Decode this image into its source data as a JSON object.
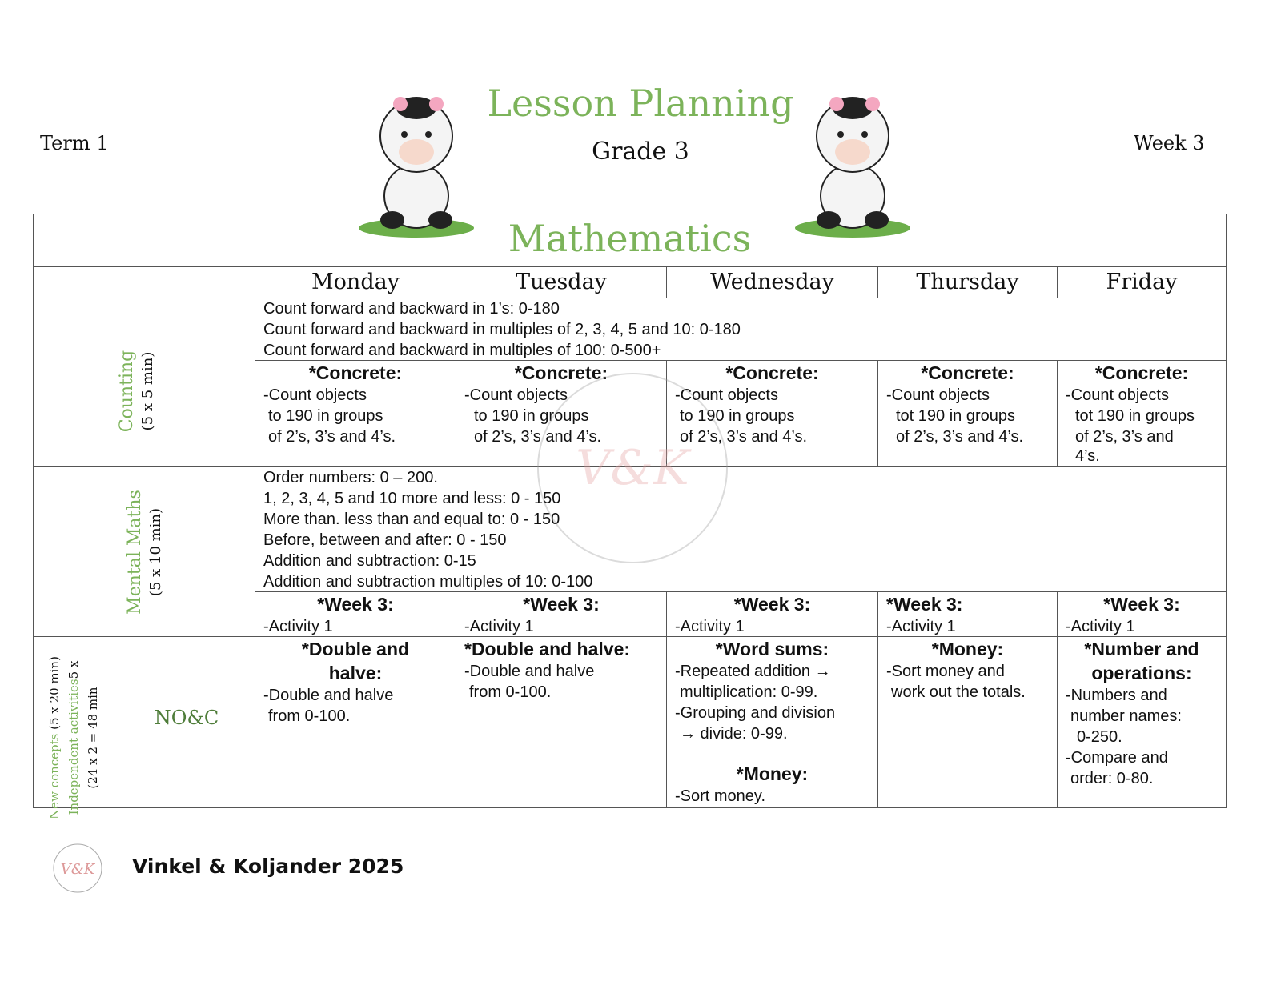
{
  "header": {
    "title": "Lesson Planning",
    "grade": "Grade 3",
    "term": "Term 1",
    "week": "Week 3",
    "subject": "Mathematics"
  },
  "days": [
    "Monday",
    "Tuesday",
    "Wednesday",
    "Thursday",
    "Friday"
  ],
  "counting": {
    "label": "Counting",
    "duration": "(5 x 5 min)",
    "general": [
      "Count forward and backward in 1’s: 0-180",
      "Count forward and backward in multiples of 2, 3, 4, 5 and 10: 0-180",
      "Count forward and backward in multiples of 100: 0-500+"
    ],
    "daily": [
      {
        "heading": "*Concrete:",
        "lines": [
          "-Count objects",
          "to 190 in groups",
          "of 2’s, 3’s and 4’s."
        ]
      },
      {
        "heading": "*Concrete:",
        "lines": [
          "-Count objects",
          "to 190 in groups",
          "of 2’s, 3’s and 4’s."
        ]
      },
      {
        "heading": "*Concrete:",
        "lines": [
          "-Count objects",
          "to 190 in groups",
          "of 2’s, 3’s and 4’s."
        ]
      },
      {
        "heading": "*Concrete:",
        "lines": [
          "-Count objects",
          "tot 190 in groups",
          "of 2’s, 3’s and 4’s."
        ]
      },
      {
        "heading": "*Concrete:",
        "lines": [
          "-Count objects",
          "tot 190 in groups",
          "of 2’s, 3’s and",
          "4’s."
        ]
      }
    ]
  },
  "mental": {
    "label": "Mental Maths",
    "duration": "(5 x 10 min)",
    "general": [
      "Order numbers: 0 – 200.",
      "1, 2, 3, 4, 5 and 10 more and less: 0 - 150",
      "More than. less than and equal to: 0 - 150",
      "Before, between and after: 0 - 150",
      "Addition and subtraction: 0-15",
      "Addition and subtraction multiples of 10: 0-100"
    ],
    "daily": [
      {
        "heading": "*Week 3:",
        "lines": [
          "-Activity 1"
        ]
      },
      {
        "heading": "*Week 3:",
        "lines": [
          "-Activity 1"
        ]
      },
      {
        "heading": "*Week 3:",
        "lines": [
          "-Activity 1"
        ]
      },
      {
        "heading": "*Week 3:",
        "lines": [
          "-Activity 1"
        ]
      },
      {
        "heading": "*Week 3:",
        "lines": [
          "-Activity 1"
        ]
      }
    ]
  },
  "noc": {
    "side_green1": "New concepts",
    "side_black1": " (5 x 20 min)",
    "side_green2": "Independent activities",
    "side_black2": "5 x",
    "side_black3": "(24 x 2 = 48 min",
    "label": "NO&C",
    "daily": [
      {
        "heading": "*Double and halve:",
        "lines": [
          "-Double and halve",
          "from 0-100."
        ]
      },
      {
        "heading": "*Double and halve:",
        "lines": [
          "-Double and halve",
          "from 0-100."
        ]
      },
      {
        "heading": "*Word sums:",
        "lines": [
          "-Repeated addition →",
          "multiplication: 0-99.",
          "-Grouping and division",
          "→ divide: 0-99."
        ],
        "heading2": "*Money:",
        "lines2": [
          "-Sort money."
        ]
      },
      {
        "heading": "*Money:",
        "lines": [
          "-Sort money and",
          "work out the totals."
        ]
      },
      {
        "heading": "*Number and operations:",
        "lines": [
          "-Numbers and",
          "number names:",
          "0-250.",
          "-Compare and",
          "order: 0-80."
        ]
      }
    ]
  },
  "footer": {
    "credit": "Vinkel & Koljander 2025",
    "logo_text": "V&K"
  },
  "colors": {
    "green": "#7cb35a",
    "dark_green": "#4f7d3a",
    "border": "#555555"
  }
}
